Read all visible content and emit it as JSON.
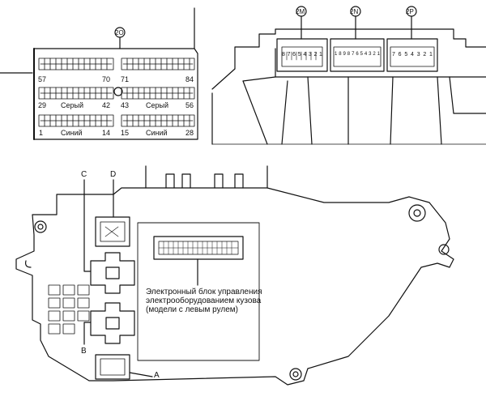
{
  "connectors": {
    "2O": {
      "label": "2O",
      "pins": {
        "p57": "57",
        "p70": "70",
        "p71": "71",
        "p84": "84",
        "p29": "29",
        "p42": "42",
        "p43": "43",
        "p56": "56",
        "p1": "1",
        "p14": "14",
        "p15": "15",
        "p28": "28"
      },
      "colors": {
        "gray_left": "Серый",
        "gray_right": "Серый",
        "blue_left": "Синий",
        "blue_right": "Синий"
      }
    },
    "2M": {
      "label": "2M",
      "pins": [
        "8",
        "7",
        "6",
        "5",
        "4",
        "3",
        "2",
        "1"
      ]
    },
    "2N": {
      "label": "2N",
      "pins": [
        "1",
        "8",
        "9",
        "8",
        "7",
        "6",
        "5",
        "4",
        "3",
        "2",
        "1"
      ]
    },
    "2P": {
      "label": "2P",
      "pins": [
        "7",
        "6",
        "5",
        "4",
        "3",
        "2",
        "1"
      ]
    }
  },
  "callouts": {
    "C": "C",
    "D": "D",
    "B": "B",
    "A": "A"
  },
  "ecu_note": {
    "line1": "Электронный блок управления",
    "line2": "электрооборудованием кузова",
    "line3": "(модели с левым рулем)"
  },
  "style": {
    "line_color": "#111111",
    "background": "#ffffff"
  }
}
